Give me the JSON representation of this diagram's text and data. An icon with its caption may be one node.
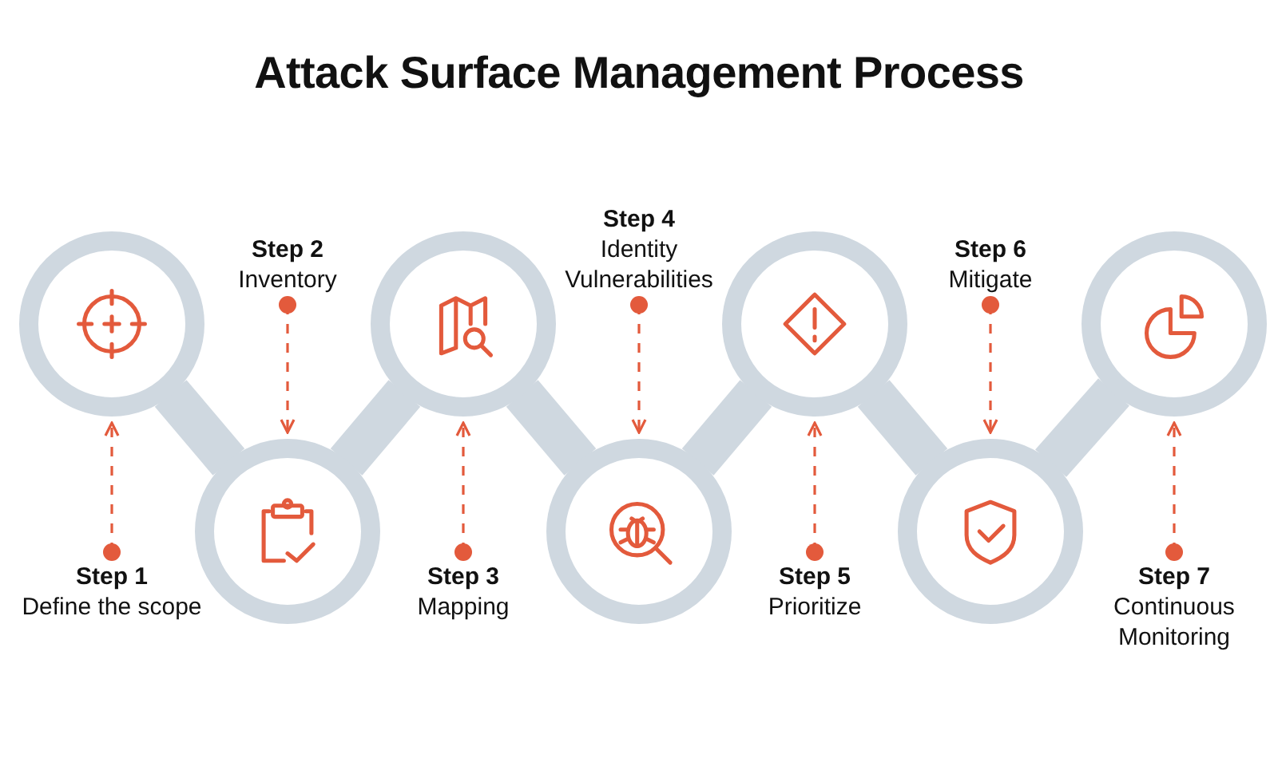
{
  "diagram": {
    "title": "Attack Surface Management Process",
    "nodes": [
      {
        "text": [],
        "shape": "circle"
      },
      {
        "text": [
          "Step 1",
          "Define the scope"
        ]
      },
      {
        "text": [],
        "shape": "circle"
      },
      {
        "text": [
          "Step 2",
          "Inventory"
        ]
      },
      {
        "text": [],
        "shape": "circle"
      },
      {
        "text": [
          "Step 3",
          "Mapping"
        ]
      },
      {
        "text": [],
        "shape": "circle"
      },
      {
        "text": [
          "Step 4",
          "Identity Vulnerabilities"
        ]
      },
      {
        "text": [],
        "shape": "circle"
      },
      {
        "text": [
          "Step 5",
          "Prioritize"
        ]
      },
      {
        "text": [],
        "shape": "circle"
      },
      {
        "text": [
          "Step 6",
          "Mitigate"
        ]
      },
      {
        "text": [],
        "shape": "circle"
      },
      {
        "text": [
          "Step 7",
          "Continuous Monitoring"
        ]
      }
    ],
    "edges": [
      {
        "from": 1,
        "to": 0,
        "arrow": "to",
        "style": "dashed"
      },
      {
        "from": 3,
        "to": 2,
        "arrow": "to",
        "style": "dashed"
      },
      {
        "from": 5,
        "to": 4,
        "arrow": "to",
        "style": "dashed"
      },
      {
        "from": 7,
        "to": 6,
        "arrow": "to",
        "style": "dashed"
      },
      {
        "from": 9,
        "to": 8,
        "arrow": "to",
        "style": "dashed"
      },
      {
        "from": 11,
        "to": 10,
        "arrow": "to",
        "style": "dashed"
      },
      {
        "from": 13,
        "to": 12,
        "arrow": "to",
        "style": "dashed"
      },
      {
        "from": 0,
        "to": 2,
        "arrow": "none",
        "style": "thick",
        "color": "#cfd8e0"
      },
      {
        "from": 2,
        "to": 4,
        "arrow": "none",
        "style": "thick",
        "color": "#cfd8e0"
      },
      {
        "from": 4,
        "to": 6,
        "arrow": "none",
        "style": "thick",
        "color": "#cfd8e0"
      },
      {
        "from": 6,
        "to": 8,
        "arrow": "none",
        "style": "thick",
        "color": "#cfd8e0"
      },
      {
        "from": 8,
        "to": 10,
        "arrow": "none",
        "style": "thick",
        "color": "#cfd8e0"
      },
      {
        "from": 10,
        "to": 12,
        "arrow": "none",
        "style": "thick",
        "color": "#cfd8e0"
      }
    ]
  }
}
